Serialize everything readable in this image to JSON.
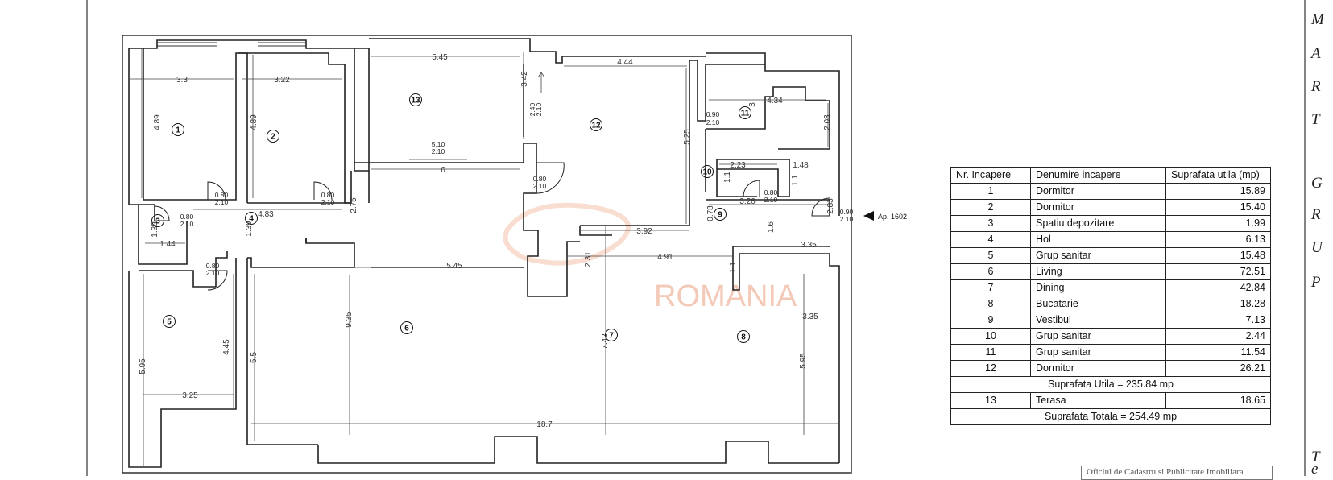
{
  "watermark": "ROMANIA",
  "apartment_label": "Ap. 1602",
  "side_letters": [
    "M",
    "A",
    "R",
    "T",
    "G",
    "R",
    "U",
    "P",
    "T",
    "e"
  ],
  "stamp_text": "Oficiul de Cadastru si Publicitate Imobiliara",
  "rooms": [
    {
      "num": "1"
    },
    {
      "num": "2"
    },
    {
      "num": "3"
    },
    {
      "num": "4"
    },
    {
      "num": "5"
    },
    {
      "num": "6"
    },
    {
      "num": "7"
    },
    {
      "num": "8"
    },
    {
      "num": "9"
    },
    {
      "num": "10"
    },
    {
      "num": "11"
    },
    {
      "num": "12"
    },
    {
      "num": "13"
    }
  ],
  "dimensions": [
    "3.3",
    "3.22",
    "4.89",
    "4.89",
    "5.45",
    "3.42",
    "2.40",
    "2.10",
    "4.44",
    "5.25",
    "0.90",
    "2.10",
    "4.34",
    "3",
    "2.03",
    "5.10",
    "2.10",
    "6",
    "0.80",
    "2.10",
    "2.23",
    "1.1",
    "1.48",
    "1.1",
    "0.80",
    "2.10",
    "0.78",
    "3.26",
    "0.80",
    "2.10",
    "0.80",
    "2.10",
    "2.75",
    "4.83",
    "1.39",
    "1.39",
    "1.44",
    "0.80",
    "2.10",
    "0.80",
    "2.10",
    "3.92",
    "2.31",
    "4.91",
    "2.83",
    "1.6",
    "3.35",
    "0.90",
    "2.10",
    "1.1",
    "5.45",
    "3.35",
    "9.35",
    "7.42",
    "5.95",
    "4.45",
    "5.95",
    "5.5",
    "3.25",
    "18.7"
  ],
  "table": {
    "headers": [
      "Nr. Incapere",
      "Denumire incapere",
      "Suprafata utila (mp)"
    ],
    "rows": [
      [
        "1",
        "Dormitor",
        "15.89"
      ],
      [
        "2",
        "Dormitor",
        "15.40"
      ],
      [
        "3",
        "Spatiu depozitare",
        "1.99"
      ],
      [
        "4",
        "Hol",
        "6.13"
      ],
      [
        "5",
        "Grup sanitar",
        "15.48"
      ],
      [
        "6",
        "Living",
        "72.51"
      ],
      [
        "7",
        "Dining",
        "42.84"
      ],
      [
        "8",
        "Bucatarie",
        "18.28"
      ],
      [
        "9",
        "Vestibul",
        "7.13"
      ],
      [
        "10",
        "Grup sanitar",
        "2.44"
      ],
      [
        "11",
        "Grup sanitar",
        "11.54"
      ],
      [
        "12",
        "Dormitor",
        "26.21"
      ]
    ],
    "utila_total": "Suprafata Utila = 235.84 mp",
    "terasa": [
      "13",
      "Terasa",
      "18.65"
    ],
    "grand_total": "Suprafata Totala = 254.49 mp"
  }
}
